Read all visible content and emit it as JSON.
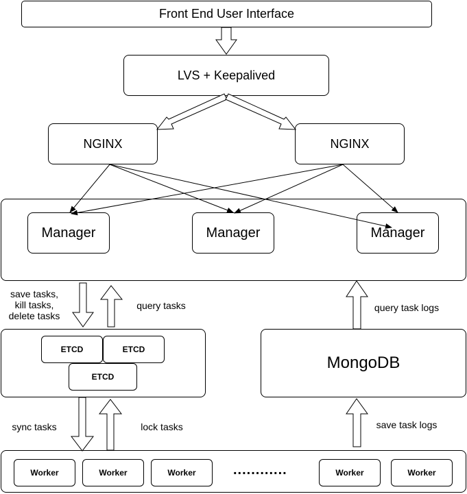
{
  "frontend": {
    "label": "Front End User Interface"
  },
  "lvs": {
    "label": "LVS + Keepalived"
  },
  "nginx": [
    {
      "label": "NGINX"
    },
    {
      "label": "NGINX"
    }
  ],
  "managers": [
    {
      "label": "Manager"
    },
    {
      "label": "Manager"
    },
    {
      "label": "Manager"
    }
  ],
  "etcd": [
    {
      "label": "ETCD"
    },
    {
      "label": "ETCD"
    },
    {
      "label": "ETCD"
    }
  ],
  "mongodb": {
    "label": "MongoDB"
  },
  "workers": [
    {
      "label": "Worker"
    },
    {
      "label": "Worker"
    },
    {
      "label": "Worker"
    },
    {
      "label": "Worker"
    },
    {
      "label": "Worker"
    }
  ],
  "ellipsis": "............",
  "flows": {
    "save_kill_delete": [
      "save tasks,",
      "kill tasks,",
      "delete tasks"
    ],
    "query_tasks": "query tasks",
    "query_task_logs": "query task logs",
    "sync_tasks": "sync tasks",
    "lock_tasks": "lock tasks",
    "save_task_logs": "save task logs"
  }
}
